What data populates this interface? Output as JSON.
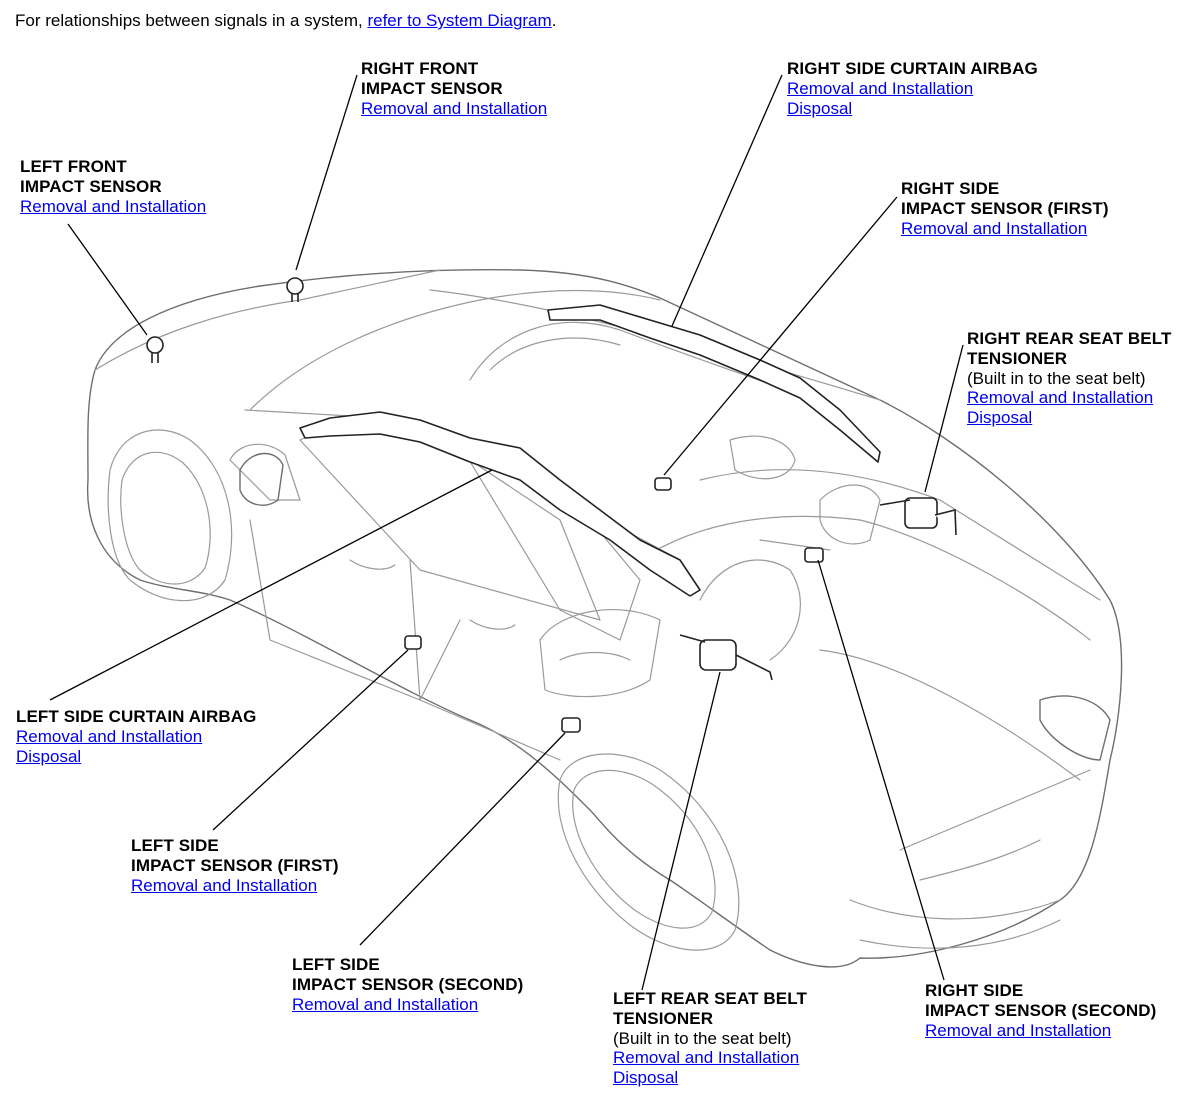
{
  "intro": {
    "text": "For relationships between signals in a system, ",
    "link": "refer to System Diagram",
    "suffix": "."
  },
  "callouts": {
    "right_front_impact_sensor": {
      "title_line1": "RIGHT FRONT",
      "title_line2": "IMPACT SENSOR",
      "link1": "Removal and Installation"
    },
    "left_front_impact_sensor": {
      "title_line1": "LEFT FRONT",
      "title_line2": "IMPACT SENSOR",
      "link1": "Removal and Installation"
    },
    "right_side_curtain_airbag": {
      "title_line1": "RIGHT SIDE CURTAIN AIRBAG",
      "link1": "Removal and Installation",
      "link2": "Disposal"
    },
    "right_side_impact_sensor_first": {
      "title_line1": "RIGHT SIDE",
      "title_line2": "IMPACT SENSOR (FIRST)",
      "link1": "Removal and Installation"
    },
    "right_rear_seat_belt_tensioner": {
      "title_line1": "RIGHT REAR SEAT BELT",
      "title_line2": "TENSIONER",
      "note": "(Built in to the seat belt)",
      "link1": "Removal and Installation",
      "link2": "Disposal"
    },
    "left_side_curtain_airbag": {
      "title_line1": "LEFT SIDE CURTAIN AIRBAG",
      "link1": "Removal and Installation",
      "link2": "Disposal"
    },
    "left_side_impact_sensor_first": {
      "title_line1": "LEFT SIDE",
      "title_line2": "IMPACT SENSOR (FIRST)",
      "link1": "Removal and Installation"
    },
    "left_side_impact_sensor_second": {
      "title_line1": "LEFT SIDE",
      "title_line2": "IMPACT SENSOR (SECOND)",
      "link1": "Removal and Installation"
    },
    "left_rear_seat_belt_tensioner": {
      "title_line1": "LEFT REAR SEAT BELT",
      "title_line2": "TENSIONER",
      "note": "(Built in to the seat belt)",
      "link1": "Removal and Installation",
      "link2": "Disposal"
    },
    "right_side_impact_sensor_second": {
      "title_line1": "RIGHT SIDE",
      "title_line2": "IMPACT SENSOR (SECOND)",
      "link1": "Removal and Installation"
    }
  },
  "colors": {
    "link": "#0000ee",
    "car_outline": "#9a9a9a",
    "leader_line": "#000000"
  }
}
